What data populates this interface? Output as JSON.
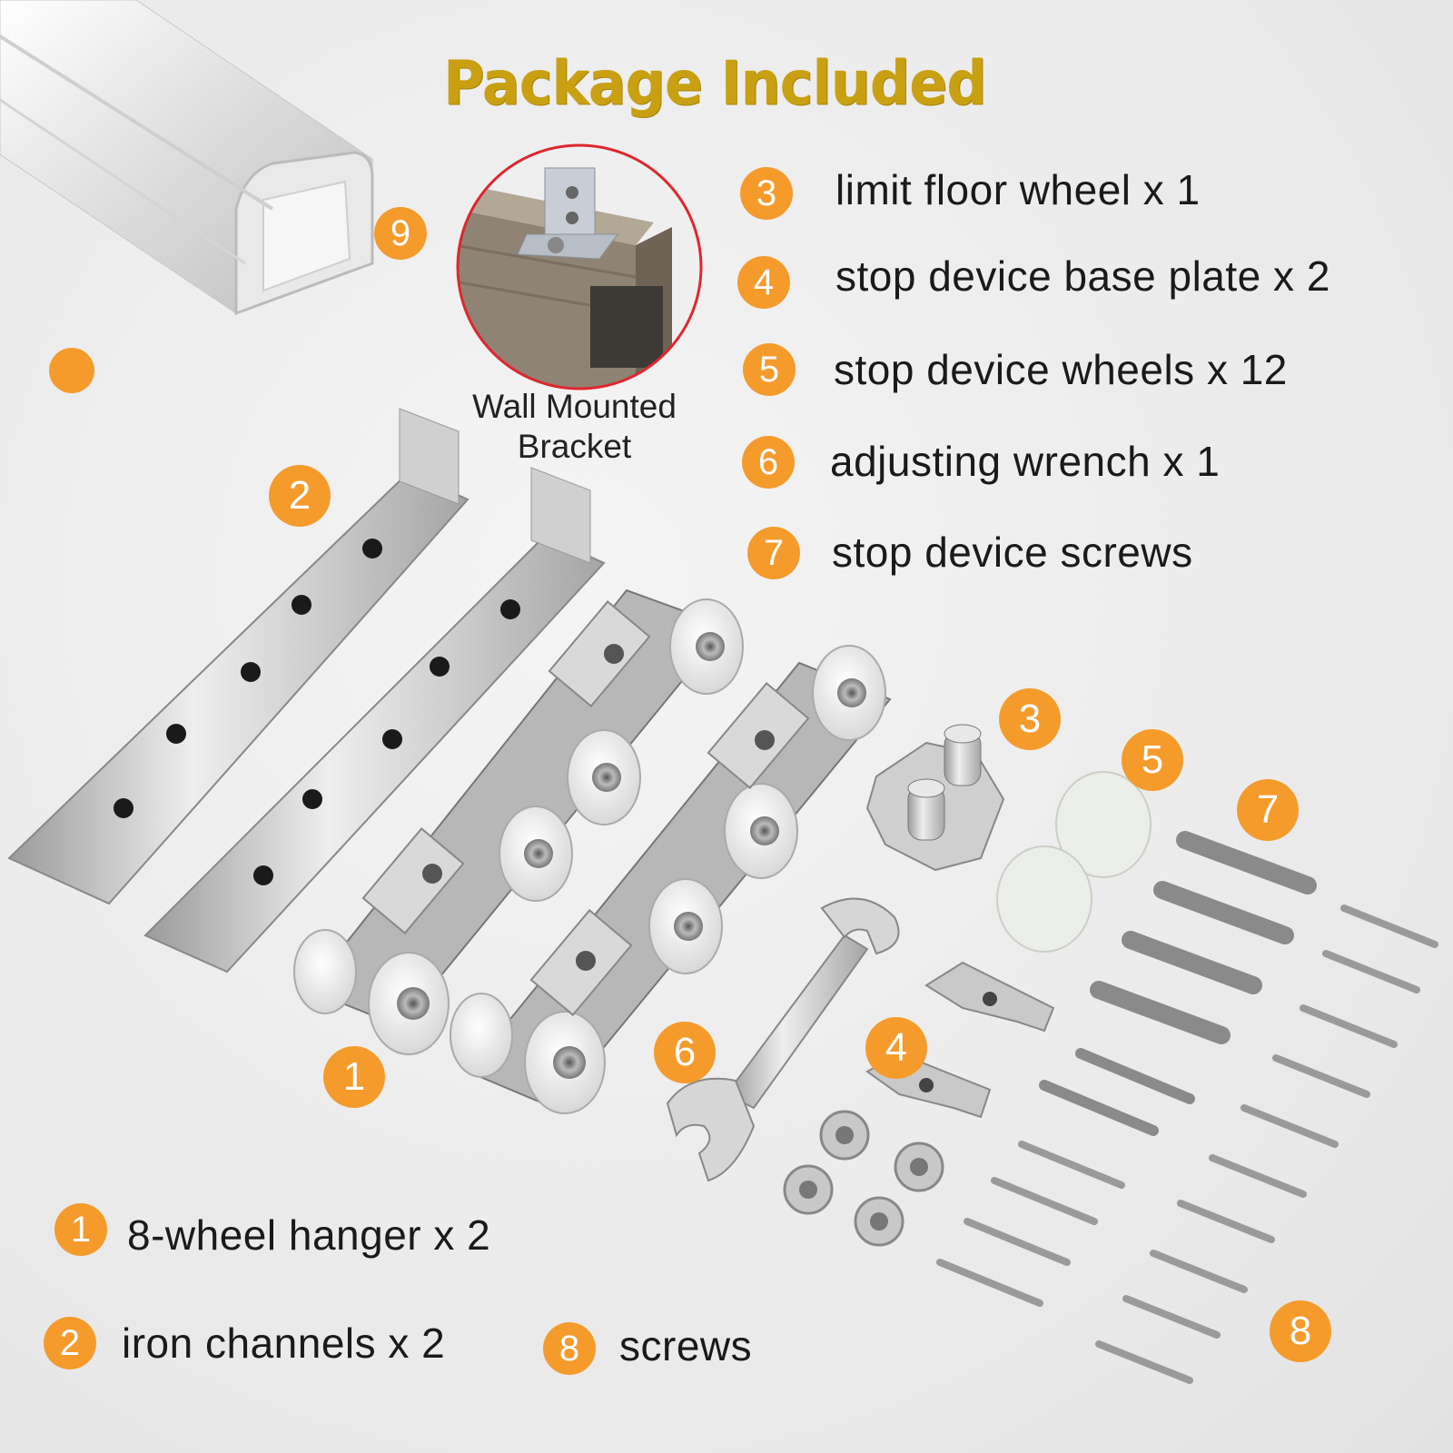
{
  "title": "Package Included",
  "bracket_caption": [
    "Wall Mounted",
    "Bracket"
  ],
  "list_items": [
    {
      "num": "3",
      "label": "limit floor wheel x 1"
    },
    {
      "num": "4",
      "label": "stop device base plate x 2"
    },
    {
      "num": "5",
      "label": "stop device wheels x 12"
    },
    {
      "num": "6",
      "label": "adjusting wrench x 1"
    },
    {
      "num": "7",
      "label": "stop device screws"
    }
  ],
  "bottom_items": [
    {
      "num": "1",
      "label": "8-wheel hanger x 2"
    },
    {
      "num": "2",
      "label": "iron channels x 2"
    },
    {
      "num": "8",
      "label": "screws"
    }
  ],
  "part_badges": [
    "9",
    "2",
    "1",
    "3",
    "5",
    "7",
    "6",
    "4",
    "8"
  ],
  "colors": {
    "accent": "#f59b2c",
    "title": "#c9a012",
    "circle_outline": "#e0262e"
  }
}
